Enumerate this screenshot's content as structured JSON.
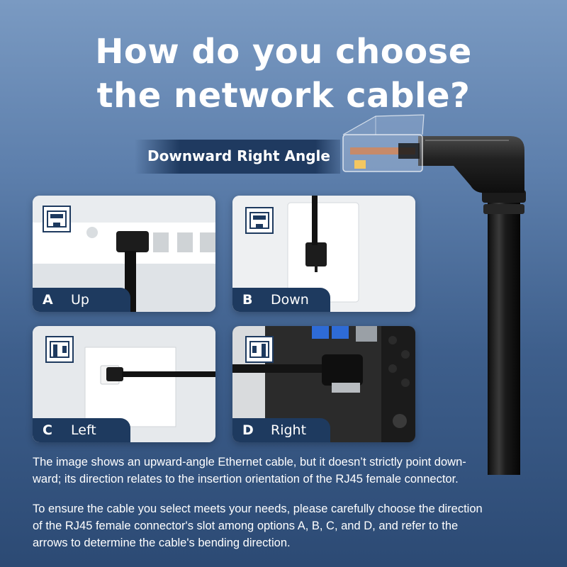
{
  "headline": {
    "line1": "How do you choose",
    "line2": "the network cable?"
  },
  "subtitle": "Downward Right Angle",
  "options": [
    {
      "letter": "A",
      "label": "Up"
    },
    {
      "letter": "B",
      "label": "Down"
    },
    {
      "letter": "C",
      "label": "Left"
    },
    {
      "letter": "D",
      "label": "Right"
    }
  ],
  "icons": {
    "port": "rj45-port-icon",
    "connector": "rj45-connector-icon"
  },
  "colors": {
    "tag_bg": "#1e3a5f",
    "icon_stroke": "#1e3a5f",
    "background_top": "#7a9ac2",
    "background_bottom": "#2c4a74"
  },
  "paragraph1": {
    "line1": "The image shows an upward-angle Ethernet cable, but it doesn’t strictly point down-",
    "line2": "ward; its direction relates to the insertion orientation of the RJ45 female connector."
  },
  "paragraph2": {
    "line1": "To ensure the cable you select meets your needs, please carefully choose the direction",
    "line2": "of the RJ45 female connector's slot among options A, B, C, and D, and refer to the",
    "line3": "arrows to determine the cable's bending direction."
  }
}
